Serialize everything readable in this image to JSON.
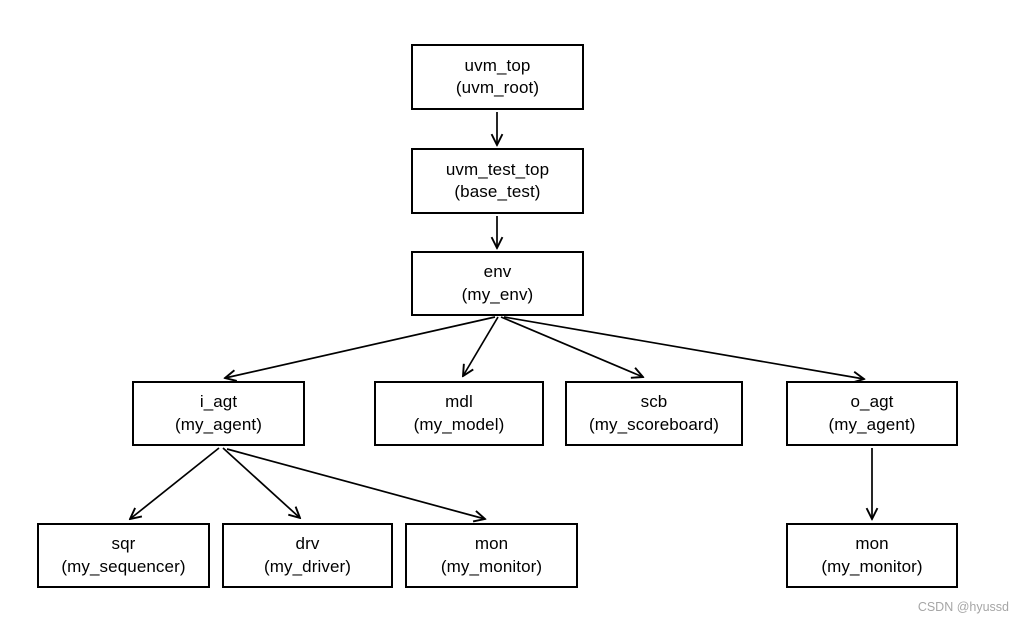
{
  "diagram": {
    "type": "tree",
    "description": "UVM testbench component hierarchy",
    "nodes": {
      "uvm_top": {
        "name": "uvm_top",
        "type": "(uvm_root)"
      },
      "uvm_test_top": {
        "name": "uvm_test_top",
        "type": "(base_test)"
      },
      "env": {
        "name": "env",
        "type": "(my_env)"
      },
      "i_agt": {
        "name": "i_agt",
        "type": "(my_agent)"
      },
      "mdl": {
        "name": "mdl",
        "type": "(my_model)"
      },
      "scb": {
        "name": "scb",
        "type": "(my_scoreboard)"
      },
      "o_agt": {
        "name": "o_agt",
        "type": "(my_agent)"
      },
      "sqr": {
        "name": "sqr",
        "type": "(my_sequencer)"
      },
      "drv": {
        "name": "drv",
        "type": "(my_driver)"
      },
      "mon_i": {
        "name": "mon",
        "type": "(my_monitor)"
      },
      "mon_o": {
        "name": "mon",
        "type": "(my_monitor)"
      }
    },
    "edges": [
      {
        "from": "uvm_top",
        "to": "uvm_test_top"
      },
      {
        "from": "uvm_test_top",
        "to": "env"
      },
      {
        "from": "env",
        "to": "i_agt"
      },
      {
        "from": "env",
        "to": "mdl"
      },
      {
        "from": "env",
        "to": "scb"
      },
      {
        "from": "env",
        "to": "o_agt"
      },
      {
        "from": "i_agt",
        "to": "sqr"
      },
      {
        "from": "i_agt",
        "to": "drv"
      },
      {
        "from": "i_agt",
        "to": "mon_i"
      },
      {
        "from": "o_agt",
        "to": "mon_o"
      }
    ]
  },
  "watermark": {
    "text": "CSDN @hyussd"
  },
  "colors": {
    "background": "#ffffff",
    "node_border": "#000000",
    "node_text": "#000000",
    "edge": "#000000",
    "watermark": "#a6a6a6"
  }
}
